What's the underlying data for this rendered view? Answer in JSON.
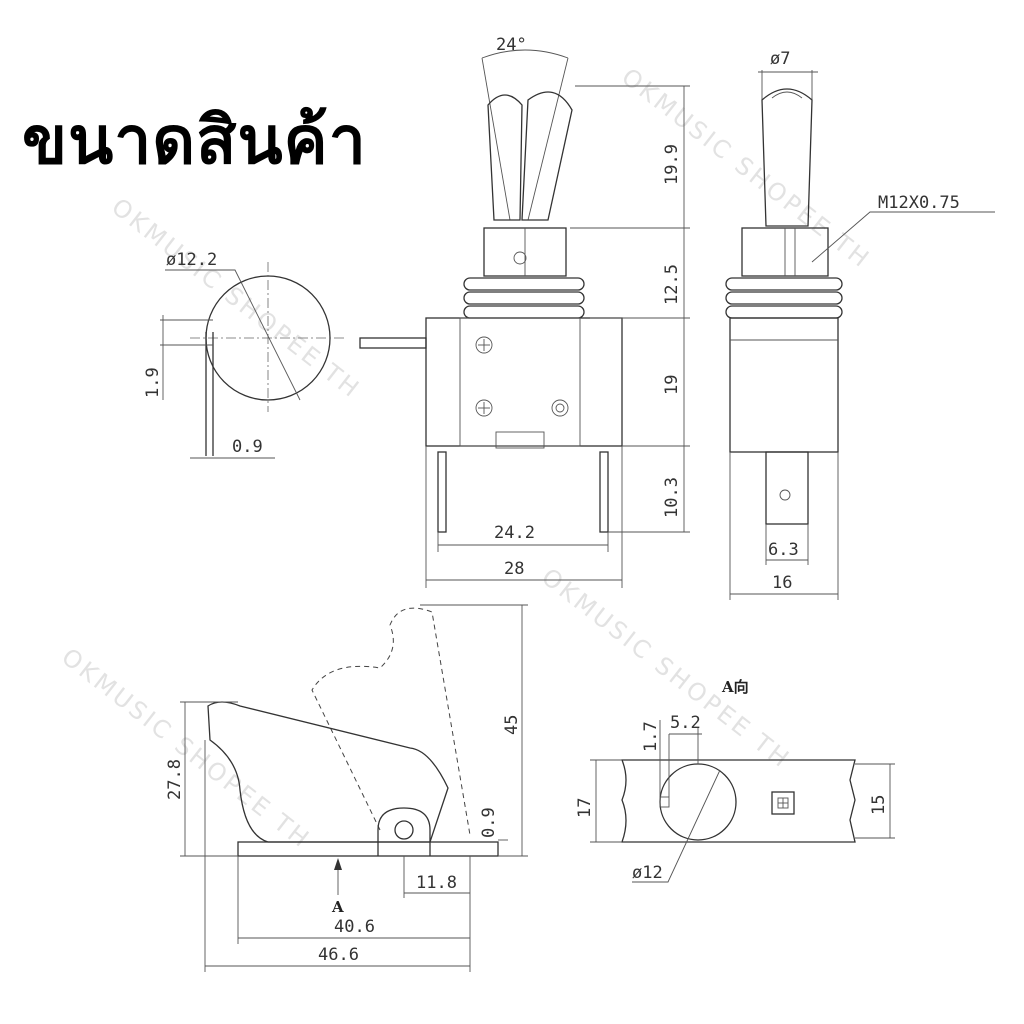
{
  "title": "ขนาดสินค้า",
  "watermark": "OKMUSIC SHOPEE TH",
  "top_view": {
    "angle": "24°",
    "height_lever": "19.9",
    "height_bushing": "12.5",
    "height_body": "19",
    "height_terminal": "10.3",
    "width_inner": "24.2",
    "width_outer": "28"
  },
  "side_view": {
    "diameter_lever": "ø7",
    "thread": "M12X0.75",
    "terminal_width": "6.3",
    "width": "16"
  },
  "hole_view": {
    "diameter": "ø12.2",
    "key_height": "1.9",
    "key_depth": "0.9"
  },
  "cover_view": {
    "height_total": "45",
    "height_closed": "27.8",
    "base_thickness": "0.9",
    "pivot_offset": "11.8",
    "arrow_label": "A",
    "length_inner": "40.6",
    "length_outer": "46.6"
  },
  "a_view": {
    "title": "A向",
    "key_width": "1.7",
    "offset": "5.2",
    "height_outer": "17",
    "height_inner": "15",
    "diameter": "ø12"
  }
}
